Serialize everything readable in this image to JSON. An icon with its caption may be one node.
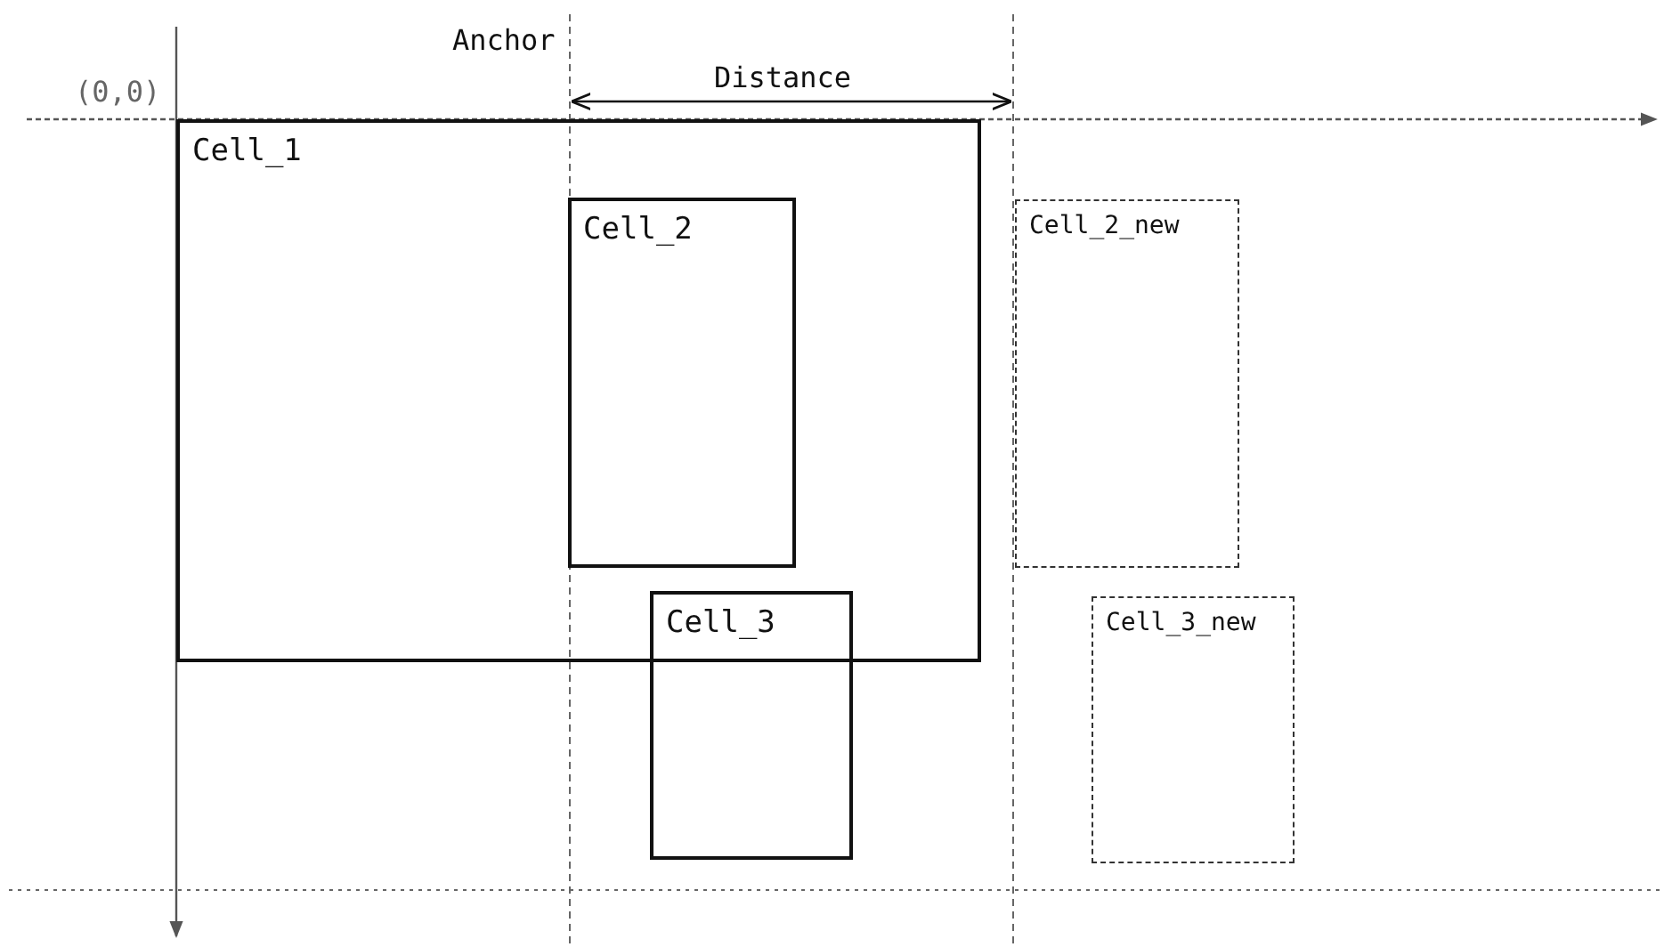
{
  "diagram": {
    "nodes": [
      {
        "text": [
          "Cell_1"
        ]
      },
      {
        "text": [
          "Cell_2"
        ],
        "in": 0
      },
      {
        "text": [
          "Cell_3"
        ]
      },
      {
        "text": [
          "Cell_2_new"
        ]
      },
      {
        "text": [
          "Cell_3_new"
        ]
      }
    ],
    "labels": [
      "(0,0)",
      "Anchor",
      "Distance"
    ]
  }
}
